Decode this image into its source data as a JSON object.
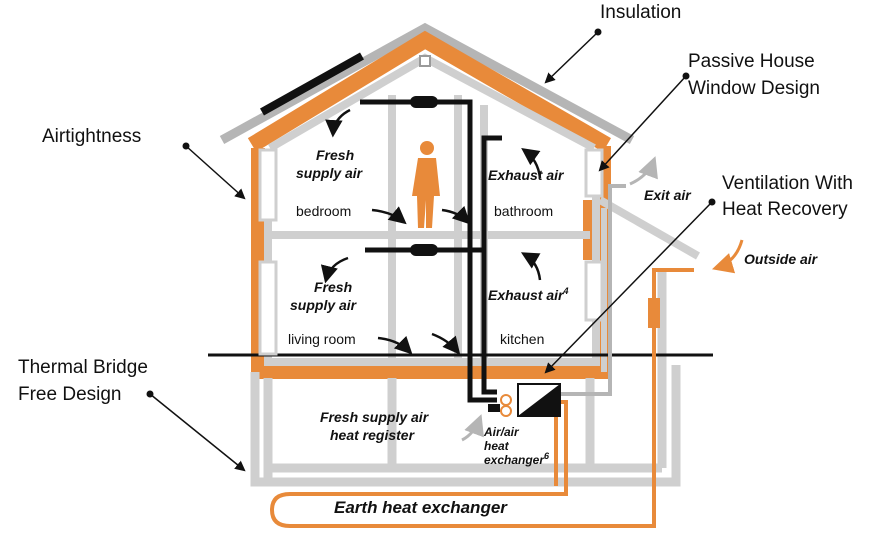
{
  "callouts": {
    "insulation": "Insulation",
    "passive_window_1": "Passive House",
    "passive_window_2": "Window Design",
    "airtightness": "Airtightness",
    "ventilation_1": "Ventilation With",
    "ventilation_2": "Heat Recovery",
    "thermal_bridge_1": "Thermal Bridge",
    "thermal_bridge_2": "Free Design"
  },
  "rooms": {
    "bedroom": "bedroom",
    "bathroom": "bathroom",
    "living_room": "living room",
    "kitchen": "kitchen"
  },
  "flows": {
    "fresh_upper_1": "Fresh",
    "fresh_upper_2": "supply air",
    "exhaust_upper": "Exhaust air",
    "fresh_lower_1": "Fresh",
    "fresh_lower_2": "supply air",
    "exhaust_lower": "Exhaust air",
    "exhaust_lower_sup": "4",
    "exit_air": "Exit air",
    "outside_air": "Outside air",
    "heat_register_1": "Fresh supply air",
    "heat_register_2": "heat register",
    "hx_1": "Air/air",
    "hx_2": "heat",
    "hx_3": "exchanger",
    "hx_sup": "6",
    "earth": "Earth heat exchanger"
  },
  "colors": {
    "insulation_orange": "#e88a3a",
    "structure_gray": "#cfcfcf",
    "outline_gray": "#9a9a9a",
    "duct_black": "#111111",
    "person_orange": "#e88a3a"
  },
  "icons": [
    "person-icon",
    "solar-panel-icon",
    "heat-exchanger-icon"
  ]
}
